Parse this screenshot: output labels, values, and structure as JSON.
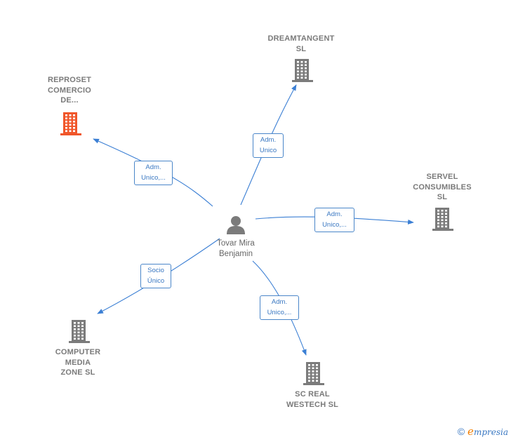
{
  "colors": {
    "edge": "#3b7fd4",
    "building_default": "#7b7b7b",
    "building_highlight": "#f0562a",
    "person": "#7b7b7b"
  },
  "center": {
    "name": "Tovar Mira\nBenjamin",
    "icon": "person-icon"
  },
  "companies": [
    {
      "id": "reproset",
      "name": "REPROSET\nCOMERCIO\nDE...",
      "icon": "building-icon",
      "highlight": true
    },
    {
      "id": "dreamtangent",
      "name": "DREAMTANGENT\nSL",
      "icon": "building-icon",
      "highlight": false
    },
    {
      "id": "servel",
      "name": "SERVEL\nCONSUMIBLES\nSL",
      "icon": "building-icon",
      "highlight": false
    },
    {
      "id": "computer",
      "name": "COMPUTER\nMEDIA\nZONE  SL",
      "icon": "building-icon",
      "highlight": false
    },
    {
      "id": "screal",
      "name": "SC REAL\nWESTECH  SL",
      "icon": "building-icon",
      "highlight": false
    }
  ],
  "relations": [
    {
      "to": "reproset",
      "label": "Adm.\nUnico,..."
    },
    {
      "to": "dreamtangent",
      "label": "Adm.\nUnico"
    },
    {
      "to": "servel",
      "label": "Adm.\nUnico,..."
    },
    {
      "to": "computer",
      "label": "Socio\nÚnico"
    },
    {
      "to": "screal",
      "label": "Adm.\nUnico,..."
    }
  ],
  "footer": {
    "copyright": "©",
    "brand_initial": "e",
    "brand_rest": "mpresia"
  }
}
